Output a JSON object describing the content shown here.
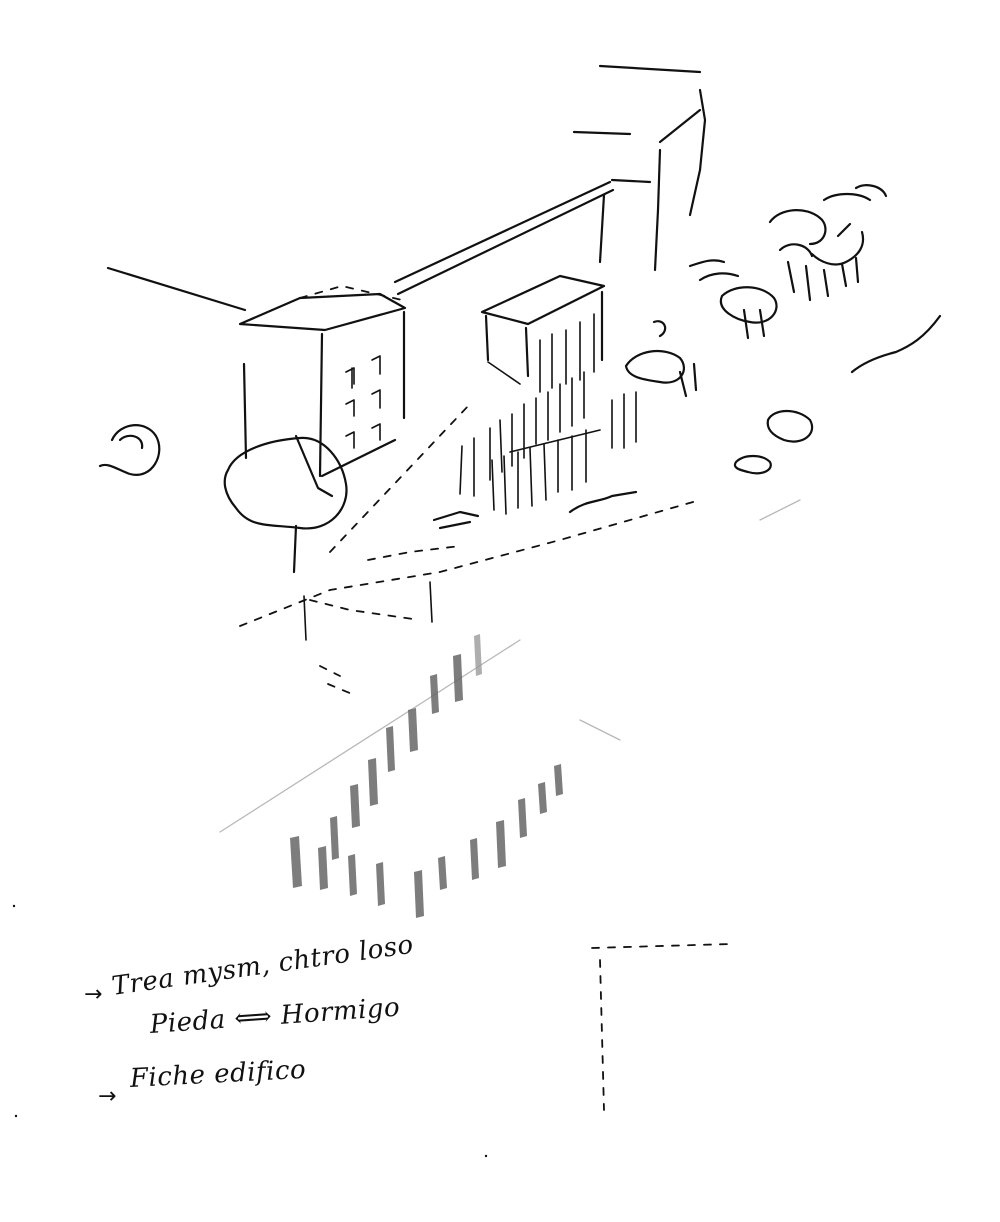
{
  "sketch": {
    "colors": {
      "ink": "#111111",
      "pencil": "#666666",
      "paper": "#ffffff"
    },
    "notes": [
      {
        "arrow": "→",
        "text": "Trea mysm, chtro loso"
      },
      {
        "arrow": "",
        "text": "Pieda ⟺ Hormigo"
      },
      {
        "arrow": "→",
        "text": "Fiche edifico"
      }
    ]
  }
}
